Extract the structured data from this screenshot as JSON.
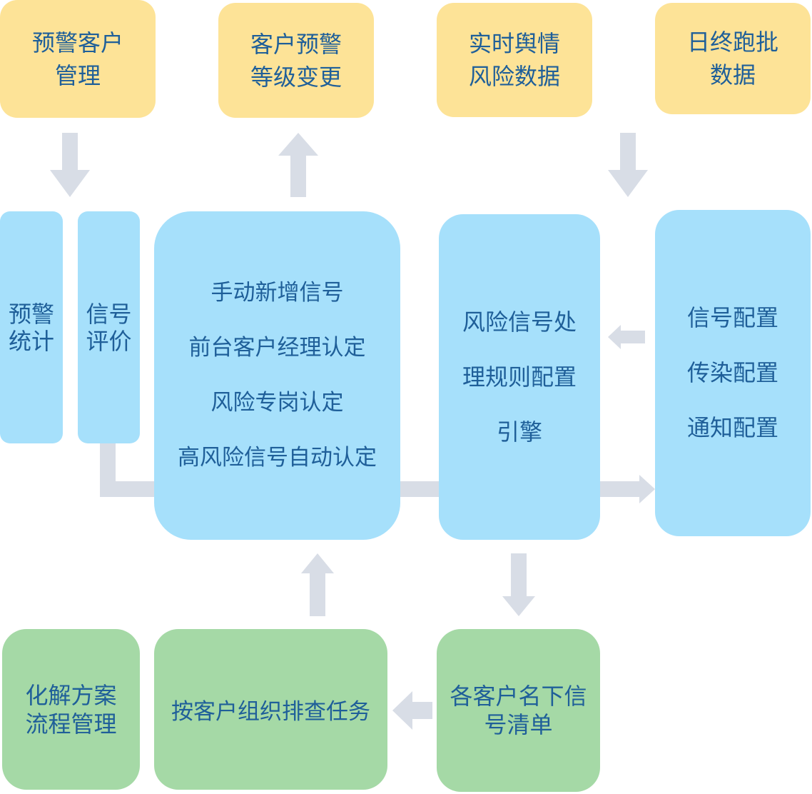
{
  "top_boxes": [
    {
      "lines": [
        "预警客户",
        "管理"
      ]
    },
    {
      "lines": [
        "客户预警",
        "等级变更"
      ]
    },
    {
      "lines": [
        "实时舆情",
        "风险数据"
      ]
    },
    {
      "lines": [
        "日终跑批",
        "数据"
      ]
    }
  ],
  "left_bars": [
    {
      "lines": [
        "预警",
        "统计"
      ]
    },
    {
      "lines": [
        "信号",
        "评价"
      ]
    }
  ],
  "center_box": {
    "lines": [
      "手动新增信号",
      "前台客户经理认定",
      "风险专岗认定",
      "高风险信号自动认定"
    ]
  },
  "engine_box": {
    "lines": [
      "风险信号处",
      "理规则配置",
      "引擎"
    ]
  },
  "config_box": {
    "lines": [
      "信号配置",
      "传染配置",
      "通知配置"
    ]
  },
  "bottom_boxes": [
    {
      "lines": [
        "化解方案",
        "流程管理"
      ]
    },
    {
      "lines": [
        "按客户组织排查任务"
      ]
    },
    {
      "lines": [
        "各客户名下信",
        "号清单"
      ]
    }
  ],
  "colors": {
    "yellow_box": "#fde397",
    "blue_box": "#a6e0fb",
    "green_box": "#a5d9a6",
    "arrow": "#d8dde6",
    "text": "#1f5f99"
  }
}
